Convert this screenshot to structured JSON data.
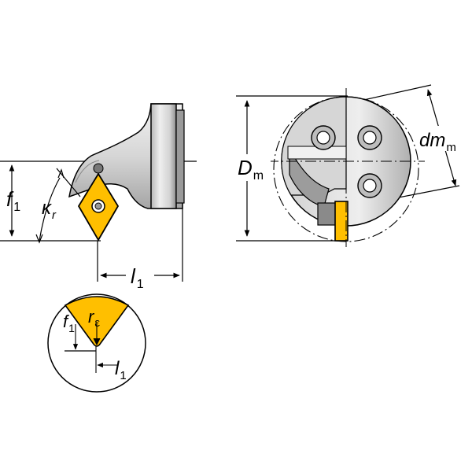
{
  "labels": {
    "f": "f",
    "l": "l",
    "sub_one": "1",
    "kappa": "κ",
    "sub_r": "r",
    "D": "D",
    "sub_m": "m",
    "dm": "dm",
    "r_eps": "r",
    "sub_eps": "ε"
  },
  "colors": {
    "insert": "#ffbf00",
    "insert_outline": "#000000",
    "body_light": "#e6e6e6",
    "body_mid": "#c4c4c4",
    "body_dark": "#8a8a8a",
    "line": "#000000"
  }
}
